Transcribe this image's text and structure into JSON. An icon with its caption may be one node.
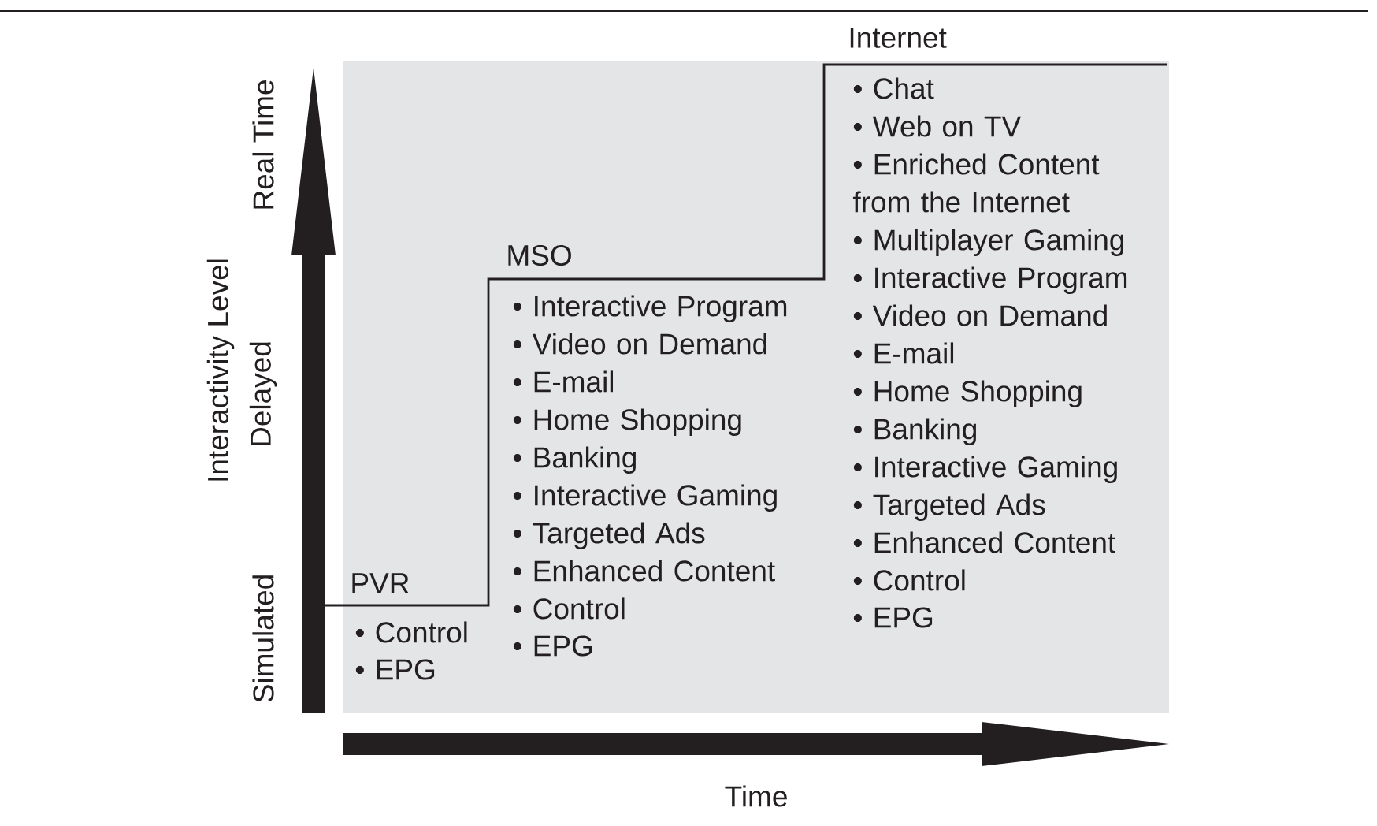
{
  "diagram": {
    "labels": [
      "Internet",
      "• Chat",
      "• Web on TV",
      "• Enriched Content from the Internet",
      "• Multiplayer Gaming",
      "• Interactive Program",
      "• Video on Demand",
      "• E-mail",
      "• Home Shopping",
      "• Banking",
      "• Interactive Gaming",
      "• Targeted Ads",
      "• Enhanced Content",
      "• Control",
      "• EPG",
      "Real Time",
      "Interactivity Level",
      "Delayed",
      "MSO",
      "• Interactive Program",
      "• Video on Demand",
      "• E-mail",
      "• Home Shopping",
      "• Banking",
      "• Interactive Gaming",
      "• Targeted Ads",
      "• Enhanced Content",
      "• Control",
      "• EPG",
      "PVR",
      "Simulated",
      "• Control",
      "• EPG",
      "Time"
    ]
  }
}
